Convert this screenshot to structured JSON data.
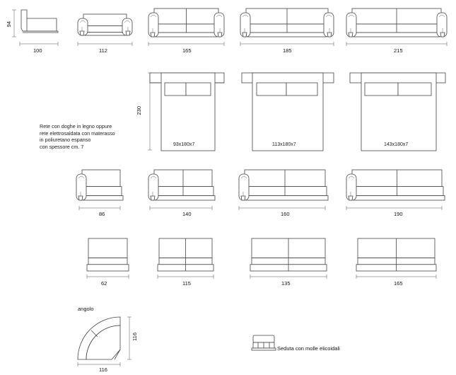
{
  "dimensions": {
    "row1_height": "94",
    "row1_widths": [
      "100",
      "112",
      "165",
      "185",
      "215"
    ],
    "bed_depth": "230",
    "row3_widths": [
      "86",
      "140",
      "160",
      "190"
    ],
    "row4_widths": [
      "62",
      "115",
      "135",
      "165"
    ],
    "corner_width": "116",
    "corner_depth": "116"
  },
  "beds": {
    "sizes": [
      "93x180x7",
      "113x180x7",
      "143x180x7"
    ]
  },
  "note": {
    "lines": [
      "Rete con doghe in legno oppure",
      "rete elettrosaldata con materasso",
      "in poliuretano espanso",
      "con spessore cm. 7"
    ]
  },
  "corner": {
    "label": "angolo"
  },
  "legend": {
    "label": "Seduta con molle elicoidali"
  }
}
